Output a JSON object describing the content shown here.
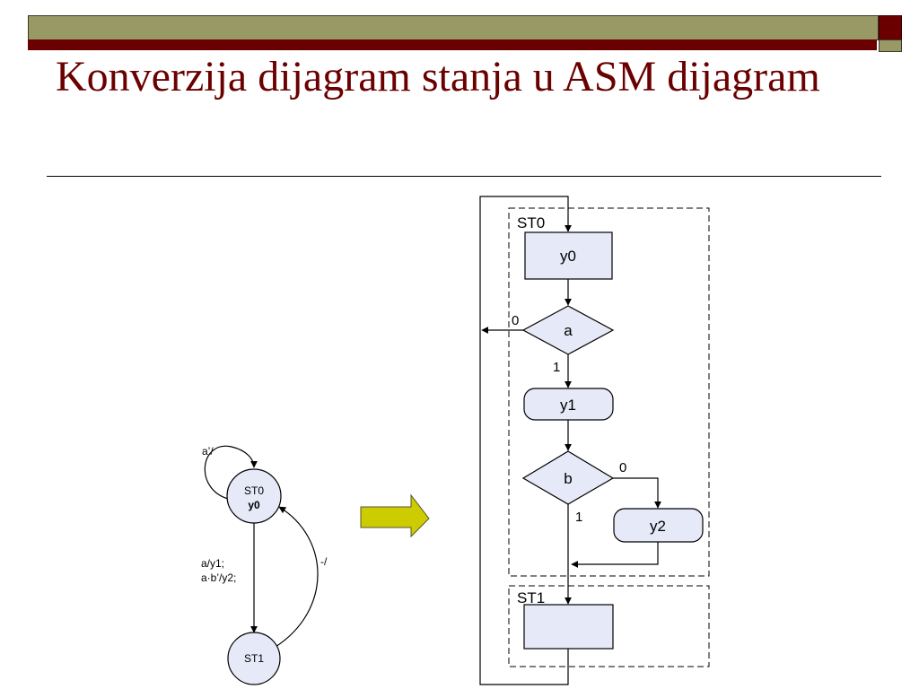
{
  "slide": {
    "title": "Konverzija dijagram stanja u ASM dijagram"
  },
  "state_diagram": {
    "states": [
      {
        "name": "ST0",
        "output": "y0"
      },
      {
        "name": "ST1",
        "output": ""
      }
    ],
    "transitions": {
      "self_loop": "a’/",
      "st0_to_st1_line1": "a/y1;",
      "st0_to_st1_line2": "a·b’/y2;",
      "st1_to_st0": "-/"
    }
  },
  "asm_chart": {
    "blocks": {
      "st0": "ST0",
      "st1": "ST1"
    },
    "state_box_output": "y0",
    "decision_a": {
      "condition": "a",
      "false_label": "0",
      "true_label": "1"
    },
    "conditional_y1": "y1",
    "decision_b": {
      "condition": "b",
      "false_label": "0",
      "true_label": "1"
    },
    "conditional_y2": "y2"
  },
  "colors": {
    "title": "#6b0000",
    "box_fill": "#e6e9f7",
    "arrow_fill": "#cccc00"
  }
}
